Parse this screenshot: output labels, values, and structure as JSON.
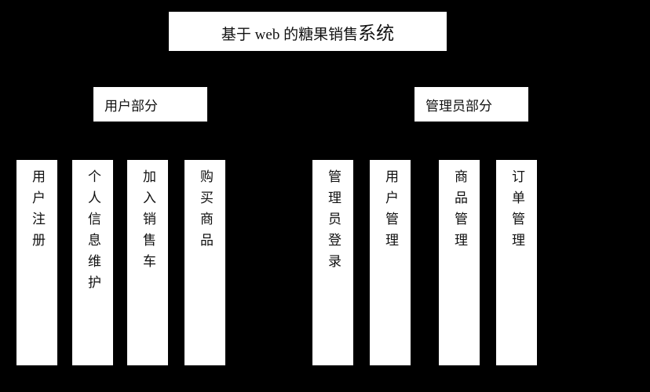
{
  "diagram": {
    "title": {
      "prefix": "基于 web 的糖果销售",
      "suffix": "系统",
      "full": "基于 web 的糖果销售系统"
    },
    "sections": [
      {
        "label": "用户部分",
        "modules": [
          "用户注册",
          "个人信息维护",
          "加入销售车",
          "购买商品"
        ]
      },
      {
        "label": "管理员部分",
        "modules": [
          "管理员登录",
          "用户管理",
          "商品管理",
          "订单管理"
        ]
      }
    ]
  },
  "colors": {
    "background": "#000000",
    "box_fill": "#ffffff",
    "box_text": "#111111"
  }
}
